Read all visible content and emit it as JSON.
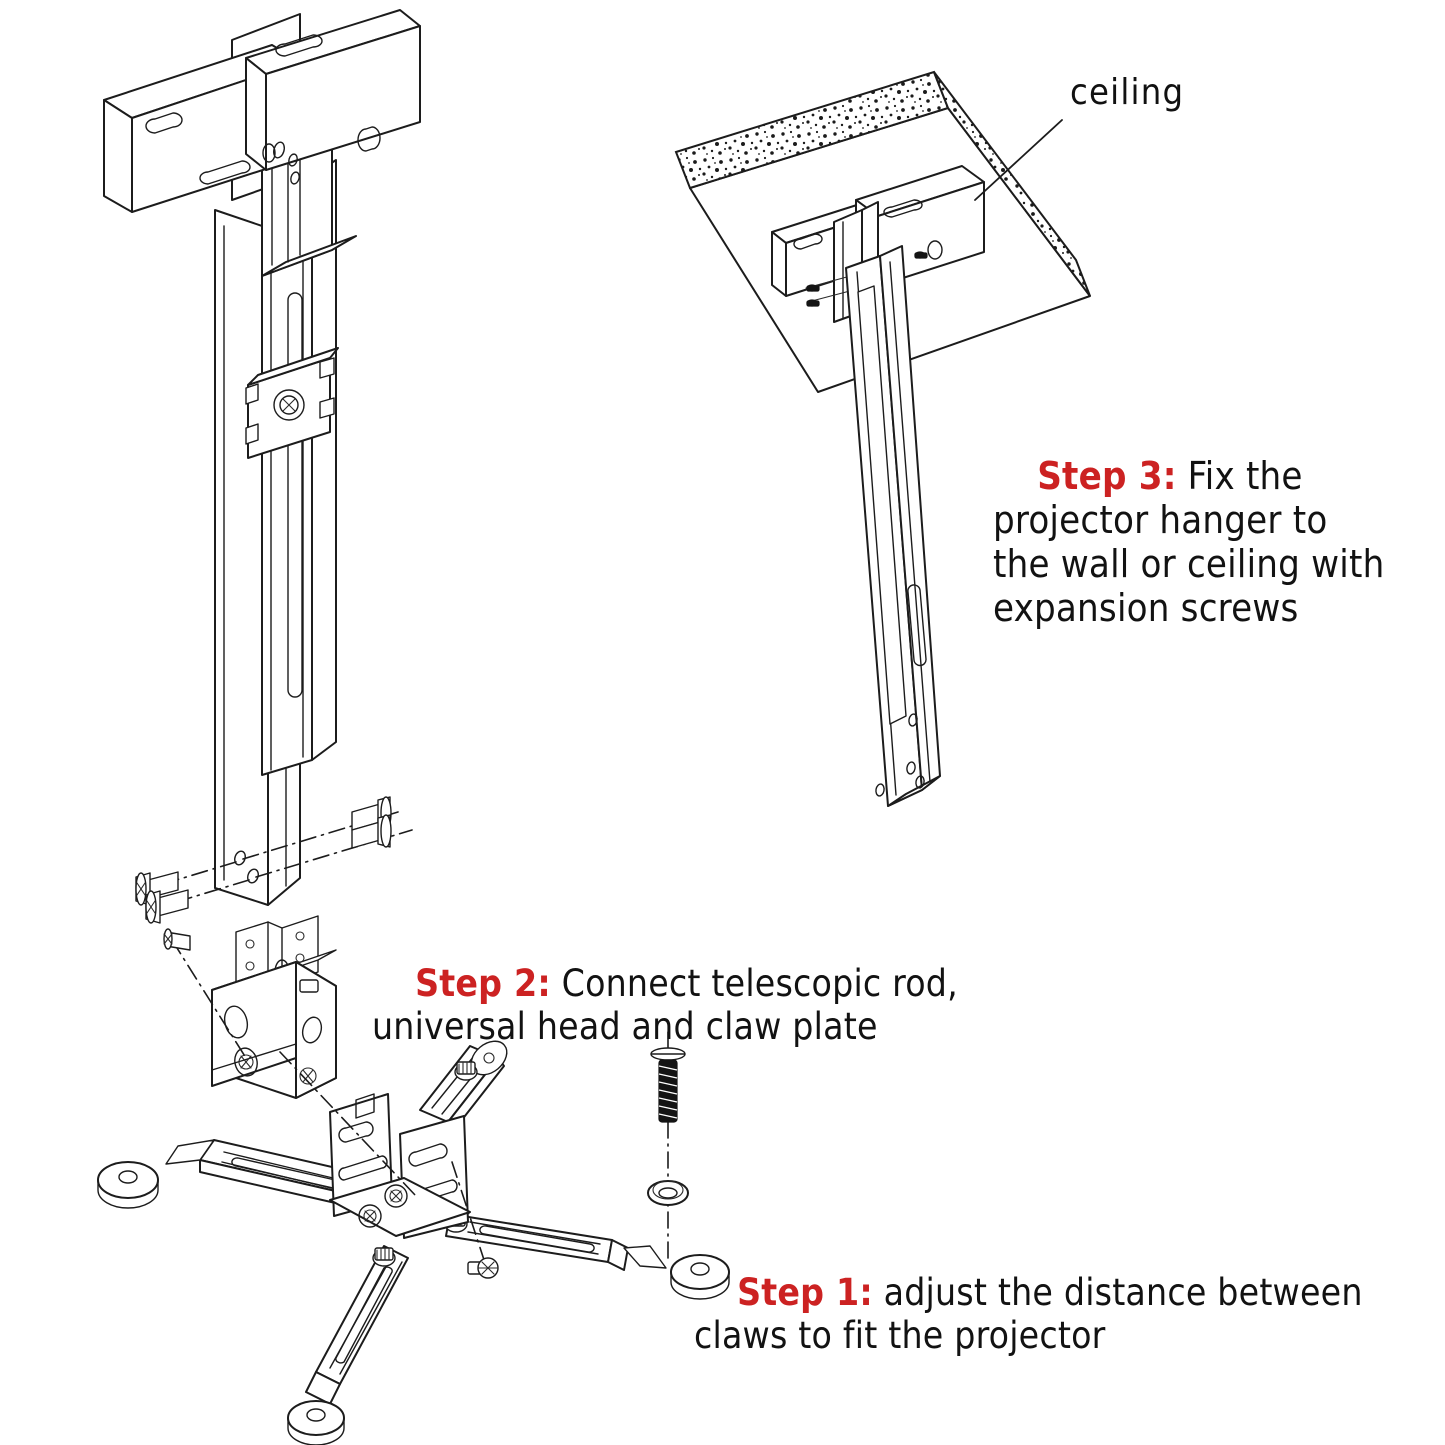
{
  "document": {
    "kind": "assembly-instruction-diagram",
    "subject": "Projector ceiling mount / hanger installation",
    "background_color": "#ffffff",
    "accent_color": "#cc2222",
    "line_color": "#1c1c1c"
  },
  "labels": {
    "ceiling": "ceiling"
  },
  "steps": [
    {
      "id": "step1",
      "tag": "Step 1:",
      "text": " adjust the distance between claws to fit the projector",
      "tag_color": "#cc2222"
    },
    {
      "id": "step2",
      "tag": "Step 2:",
      "text": " Connect telescopic rod, universal head and claw plate",
      "tag_color": "#cc2222"
    },
    {
      "id": "step3",
      "tag": "Step 3:",
      "text": " Fix the projector hanger to the wall or ceiling with expansion screws",
      "tag_color": "#cc2222"
    }
  ],
  "figures": [
    {
      "id": "figure-telescopic-rod",
      "name": "telescopic rod with ceiling bracket",
      "position": "top-left",
      "parts": [
        "ceiling mounting plate",
        "u-channel bracket",
        "telescopic rod outer channel",
        "telescopic rod inner column",
        "locking clamp collar with screw",
        "expansion bolts"
      ]
    },
    {
      "id": "figure-ceiling-install",
      "name": "hanger fixed to ceiling slab",
      "position": "top-right",
      "parts": [
        "concrete ceiling slab",
        "u-channel bracket",
        "expansion screws",
        "telescopic rod"
      ]
    },
    {
      "id": "figure-universal-head",
      "name": "universal head gimbal block",
      "position": "middle-left",
      "parts": [
        "universal head body",
        "mounting tabs",
        "adjustment screw"
      ]
    },
    {
      "id": "figure-claw-plate",
      "name": "four arm claw plate",
      "position": "bottom-left",
      "parts": [
        "center plate",
        "four sliding claw arms",
        "claw pads",
        "thumb screws",
        "fixing screw"
      ]
    },
    {
      "id": "figure-fastener-stack",
      "name": "screw and washer",
      "position": "bottom-center",
      "parts": [
        "black pan head screw",
        "flat washer"
      ]
    }
  ]
}
